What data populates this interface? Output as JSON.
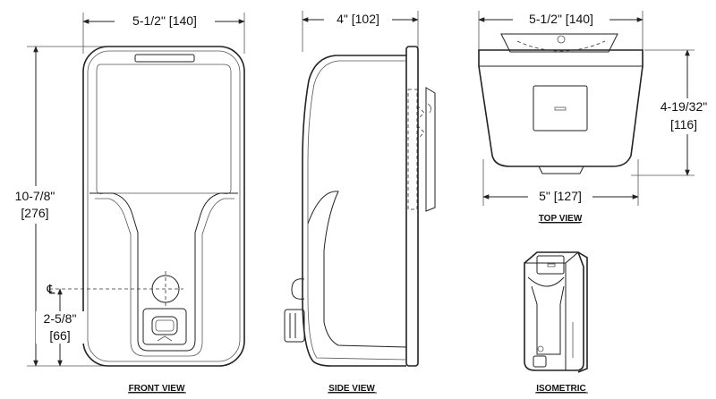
{
  "views": {
    "front": {
      "caption": "FRONT VIEW",
      "width_dim": "5-1/2\" [140]",
      "height_dim": [
        "10-7/8\"",
        "[276]"
      ],
      "centerline_symbol": "℄",
      "button_dim": [
        "2-5/8\"",
        "[66]"
      ]
    },
    "side": {
      "caption": "SIDE VIEW",
      "depth_dim": "4\" [102]"
    },
    "top": {
      "caption": "TOP VIEW",
      "width_dim": "5-1/2\" [140]",
      "base_dim": "5\" [127]",
      "depth_dim": [
        "4-19/32\"",
        "[116]"
      ]
    },
    "iso": {
      "caption": "ISOMETRIC"
    }
  },
  "colors": {
    "line": "#222222",
    "background": "#ffffff"
  }
}
